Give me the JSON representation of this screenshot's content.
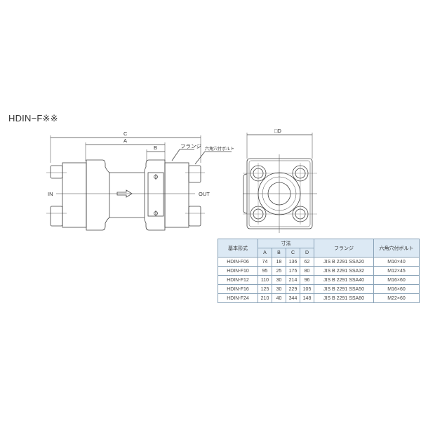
{
  "title": "HDIN−F※※",
  "drawing": {
    "dim_c": "C",
    "dim_a": "A",
    "dim_b": "B",
    "dim_d": "□D",
    "label_flange": "フランジ",
    "label_bolt": "六角穴付ボルト",
    "label_in": "IN",
    "label_out": "OUT",
    "line_color": "#444444"
  },
  "table": {
    "header_model": "基本形式",
    "header_dims": "寸法",
    "header_flange": "フランジ",
    "header_bolt": "六角穴付ボルト",
    "dim_cols": [
      "A",
      "B",
      "C",
      "D"
    ],
    "header_bg": "#dce9f4",
    "rows": [
      {
        "model": "HDIN-F06",
        "a": "74",
        "b": "18",
        "c": "136",
        "d": "62",
        "flange": "JIS B 2291 SSA20",
        "bolt": "M10×40"
      },
      {
        "model": "HDIN-F10",
        "a": "95",
        "b": "25",
        "c": "175",
        "d": "80",
        "flange": "JIS B 2291 SSA32",
        "bolt": "M12×45"
      },
      {
        "model": "HDIN-F12",
        "a": "110",
        "b": "30",
        "c": "214",
        "d": "96",
        "flange": "JIS B 2291 SSA40",
        "bolt": "M16×60"
      },
      {
        "model": "HDIN-F16",
        "a": "125",
        "b": "30",
        "c": "229",
        "d": "105",
        "flange": "JIS B 2291 SSA50",
        "bolt": "M16×60"
      },
      {
        "model": "HDIN-F24",
        "a": "210",
        "b": "40",
        "c": "344",
        "d": "148",
        "flange": "JIS B 2291 SSA80",
        "bolt": "M22×60"
      }
    ]
  }
}
